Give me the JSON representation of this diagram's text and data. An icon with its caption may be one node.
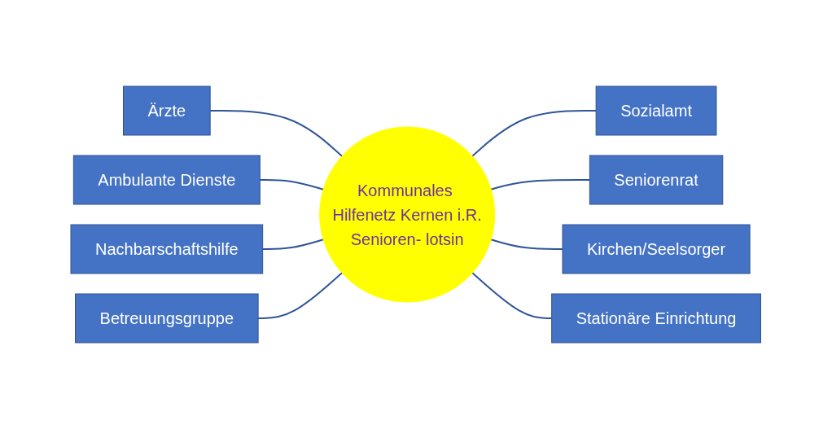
{
  "diagram": {
    "nodes": [
      {
        "text": [
          "Kommunales Hilfenetz Kernen i.R.",
          "Senioren- lotsin"
        ]
      },
      {
        "text": [
          "Sozialamt"
        ]
      },
      {
        "text": [
          "Ärzte"
        ]
      },
      {
        "text": [
          "Seniorenrat"
        ]
      },
      {
        "text": [
          "Ambulante Dienste"
        ]
      },
      {
        "text": [
          "Kirchen/Seelsorger"
        ]
      },
      {
        "text": [
          "Nachbarschaftshilfe"
        ]
      },
      {
        "text": [
          "Stationäre Einrichtung"
        ]
      },
      {
        "text": [
          "Betreuungsgruppe"
        ]
      }
    ],
    "edges": [
      {
        "from": 0,
        "to": 1,
        "arrow": "none"
      },
      {
        "from": 2,
        "to": 0,
        "arrow": "none"
      },
      {
        "from": 0,
        "to": 3,
        "arrow": "none"
      },
      {
        "from": 4,
        "to": 0,
        "arrow": "none"
      },
      {
        "from": 0,
        "to": 5,
        "arrow": "none"
      },
      {
        "from": 6,
        "to": 0,
        "arrow": "none"
      },
      {
        "from": 0,
        "to": 7,
        "arrow": "none"
      },
      {
        "from": 8,
        "to": 0,
        "arrow": "none"
      }
    ]
  }
}
